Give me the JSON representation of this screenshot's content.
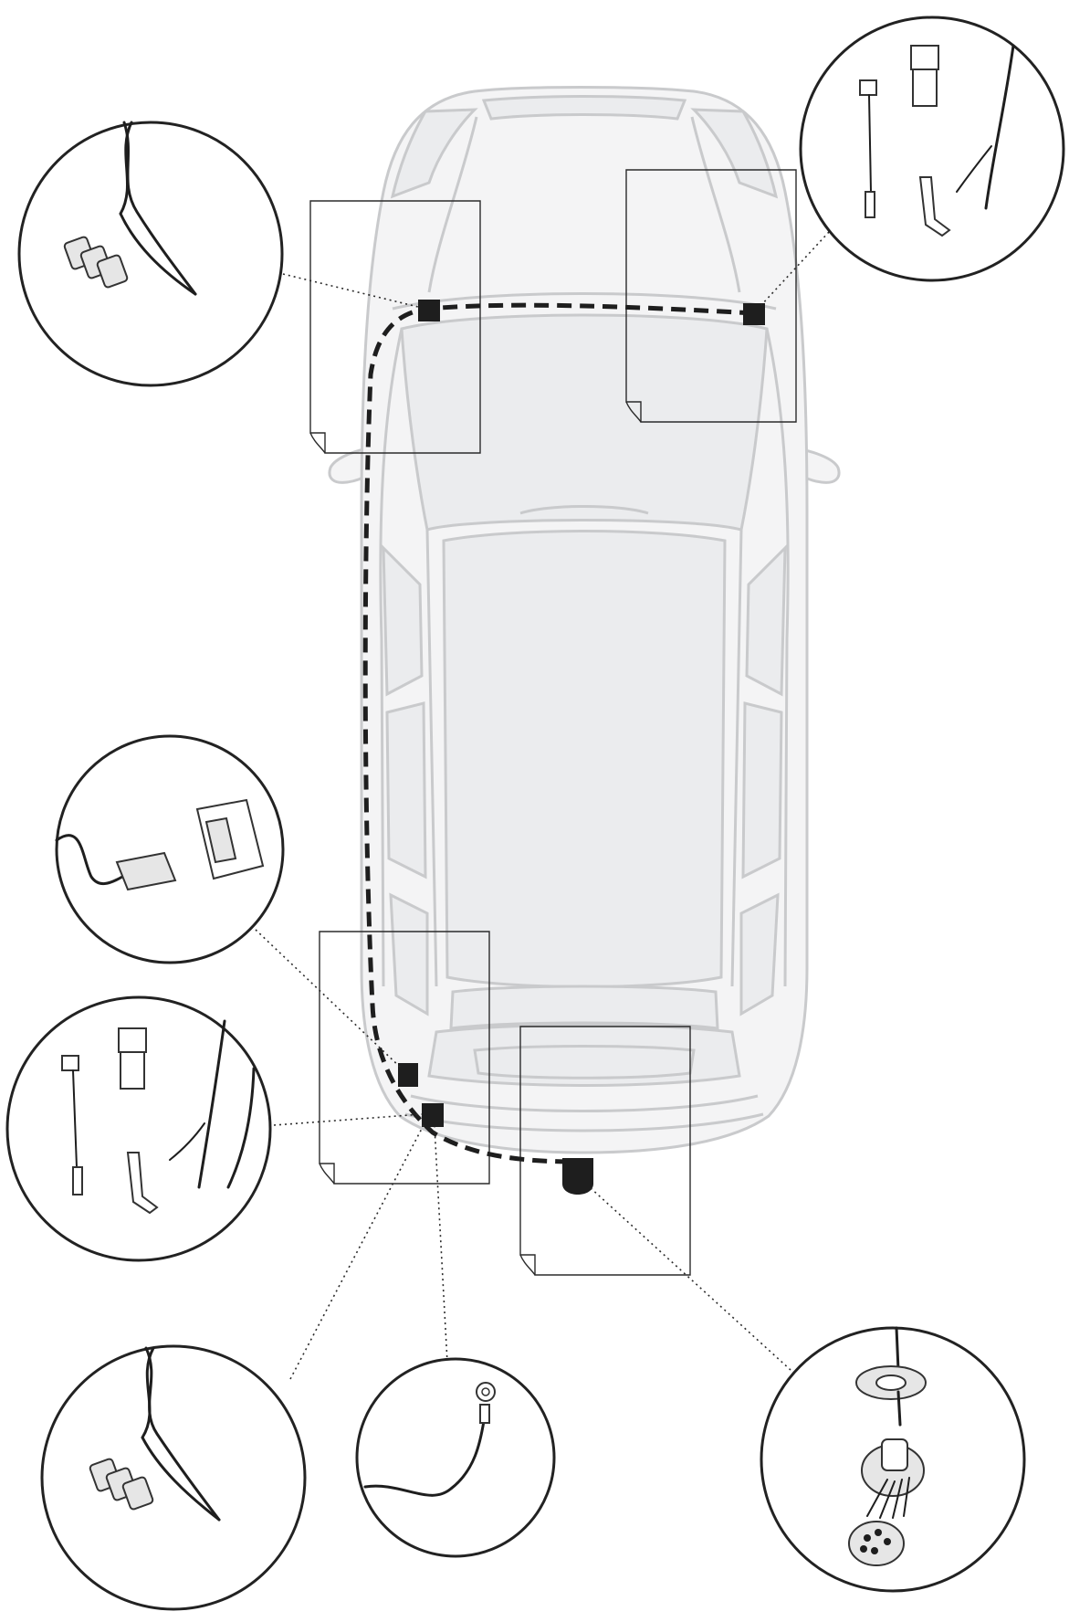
{
  "diagram": {
    "subject": "towbar-wiring-harness-routing",
    "colors": {
      "line": "#1e1e1e",
      "car_outline": "#c9cacc",
      "car_fill": "#f4f4f5"
    },
    "callouts": [
      {
        "id": "front-left-lamp",
        "part": "twisted-pair-connector"
      },
      {
        "id": "front-right-lamp",
        "part": "fuse-tap-and-relay"
      },
      {
        "id": "rear-left-module",
        "part": "control-module-connector"
      },
      {
        "id": "rear-left-power",
        "part": "fuse-tap-and-relay"
      },
      {
        "id": "rear-left-twisted",
        "part": "twisted-pair-connector"
      },
      {
        "id": "rear-left-ground",
        "part": "ring-terminal-ground"
      },
      {
        "id": "rear-socket",
        "part": "trailer-socket"
      }
    ]
  }
}
